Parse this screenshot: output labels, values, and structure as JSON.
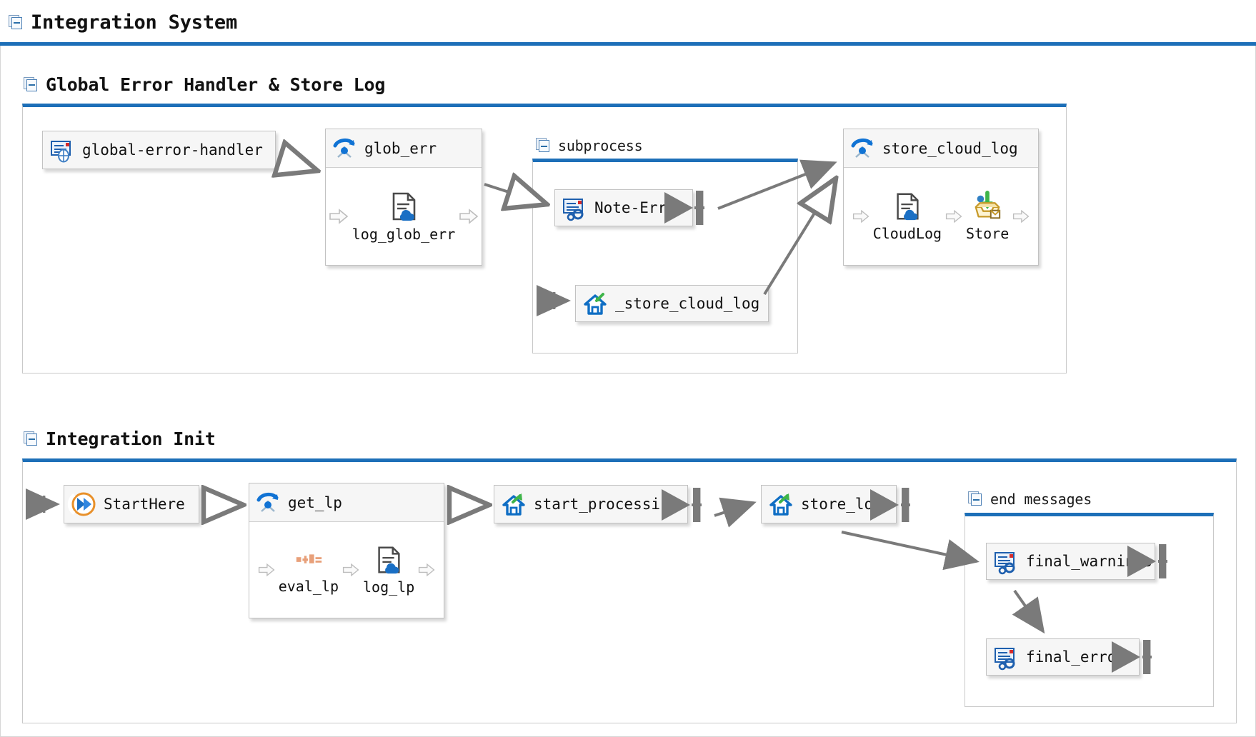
{
  "page": {
    "title": "Integration System",
    "accent_color": "#1d6fb8",
    "node_fill": "#f6f6f6",
    "node_border": "#c2c2c2",
    "edge_color": "#7a7a7a"
  },
  "sections": [
    {
      "id": "global-error-handler-section",
      "title": "Global Error Handler & Store Log",
      "icon": "collapse-minus-icon"
    },
    {
      "id": "integration-init-section",
      "title": "Integration Init",
      "icon": "collapse-minus-icon"
    }
  ],
  "subheaders": {
    "subprocess": {
      "label": "subprocess",
      "icon": "collapse-minus-icon"
    },
    "end_messages": {
      "label": "end messages",
      "icon": "collapse-minus-icon"
    }
  },
  "nodes": {
    "global_error_handler": {
      "label": "global-error-handler",
      "icon": "note-bug-icon"
    },
    "glob_err": {
      "label": "glob_err",
      "icon": "flow-hub-icon",
      "children": [
        {
          "label": "log_glob_err",
          "icon": "doc-cloud-icon"
        }
      ]
    },
    "note_error": {
      "label": "Note-Error",
      "icon": "note-gears-icon"
    },
    "store_cloud_log_inner": {
      "label": "_store_cloud_log",
      "icon": "house-in-icon"
    },
    "store_cloud_log": {
      "label": "store_cloud_log",
      "icon": "flow-hub-icon",
      "children": [
        {
          "label": "CloudLog",
          "icon": "doc-cloud-icon"
        },
        {
          "label": "Store",
          "icon": "inbox-tray-icon"
        }
      ]
    },
    "start_here": {
      "label": "StartHere",
      "icon": "start-chevrons-icon"
    },
    "get_lp": {
      "label": "get_lp",
      "icon": "flow-hub-icon",
      "children": [
        {
          "label": "eval_lp",
          "icon": "formula-icon"
        },
        {
          "label": "log_lp",
          "icon": "doc-cloud-icon"
        }
      ]
    },
    "start_processing": {
      "label": "start_processing",
      "icon": "house-out-icon"
    },
    "store_log": {
      "label": "store_log",
      "icon": "house-out-icon"
    },
    "final_warnings": {
      "label": "final_warnings",
      "icon": "note-gears-icon"
    },
    "final_errors": {
      "label": "final_errors",
      "icon": "note-gears-icon"
    }
  }
}
